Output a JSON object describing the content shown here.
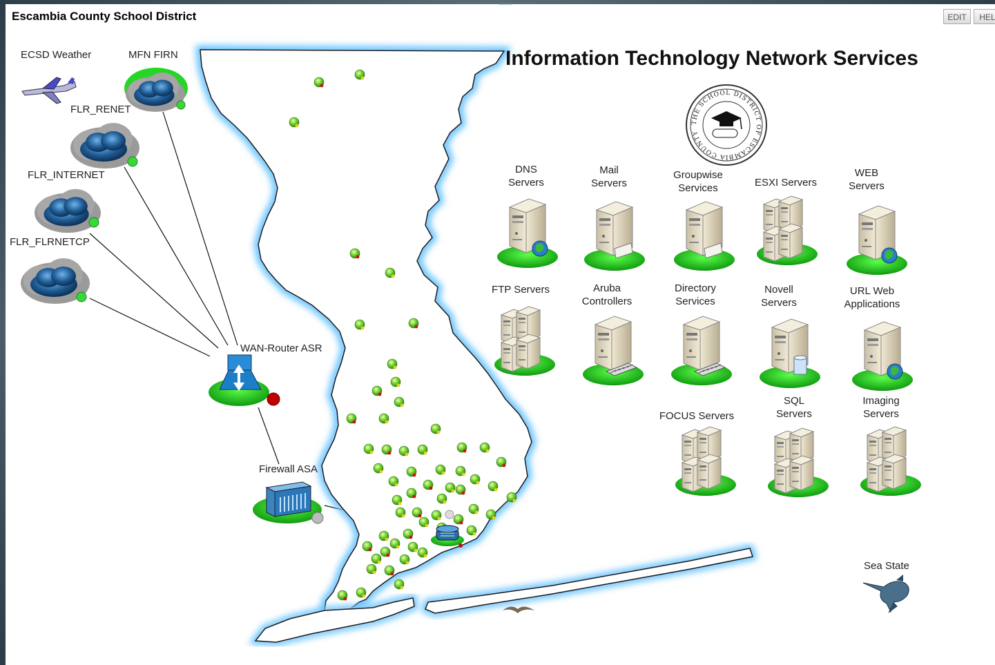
{
  "app": {
    "title": "Escambia County School District",
    "edit_label": "EDIT",
    "help_label": "HEL"
  },
  "main_title": "Information Technology Network Services",
  "seal_lines": {
    "top": "THE SCHOOL DISTRICT OF ESCAMBIA COUNTY"
  },
  "nodes": {
    "weather": "ECSD Weather",
    "mfn_firn": "MFN FIRN",
    "flr_renet": "FLR_RENET",
    "flr_internet": "FLR_INTERNET",
    "flr_flrnetcp": "FLR_FLRNETCP",
    "wan_router": "WAN-Router ASR",
    "firewall": "Firewall ASA",
    "sea_state": "Sea State"
  },
  "servers": [
    {
      "line1": "DNS",
      "line2": "Servers",
      "icon": "server-globe-icon"
    },
    {
      "line1": "Mail",
      "line2": "Servers",
      "icon": "server-mail-icon"
    },
    {
      "line1": "Groupwise",
      "line2": "Services",
      "icon": "server-mail-icon"
    },
    {
      "line1": "ESXI Servers",
      "line2": "",
      "icon": "server-cluster-icon"
    },
    {
      "line1": "WEB",
      "line2": "Servers",
      "icon": "server-globe-icon"
    },
    {
      "line1": "FTP Servers",
      "line2": "",
      "icon": "server-cluster-icon"
    },
    {
      "line1": "Aruba",
      "line2": "Controllers",
      "icon": "server-keyboard-icon"
    },
    {
      "line1": "Directory",
      "line2": "Services",
      "icon": "server-keyboard-icon"
    },
    {
      "line1": "Novell",
      "line2": "Servers",
      "icon": "server-database-icon"
    },
    {
      "line1": "URL Web",
      "line2": "Applications",
      "icon": "server-globe-icon"
    },
    {
      "line1": "FOCUS Servers",
      "line2": "",
      "icon": "server-cluster-icon"
    },
    {
      "line1": "SQL",
      "line2": "Servers",
      "icon": "server-cluster-icon"
    },
    {
      "line1": "Imaging",
      "line2": "Servers",
      "icon": "server-cluster-icon"
    }
  ],
  "colors": {
    "water_glow": "#4fb3ff",
    "platform": "#22c21e",
    "status_up": "#39d639",
    "status_down": "#d01010",
    "cloud": "#1e5a8e"
  }
}
